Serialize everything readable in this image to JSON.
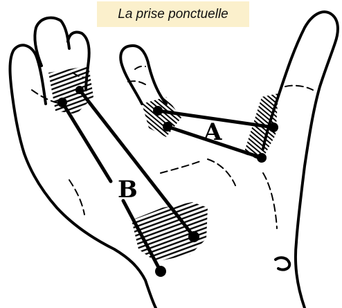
{
  "title": "La prise ponctuelle",
  "labels": {
    "a": "A",
    "b": "B"
  },
  "colors": {
    "title_background": "#fbf0cc",
    "ink": "#000000",
    "paper": "#ffffff"
  }
}
